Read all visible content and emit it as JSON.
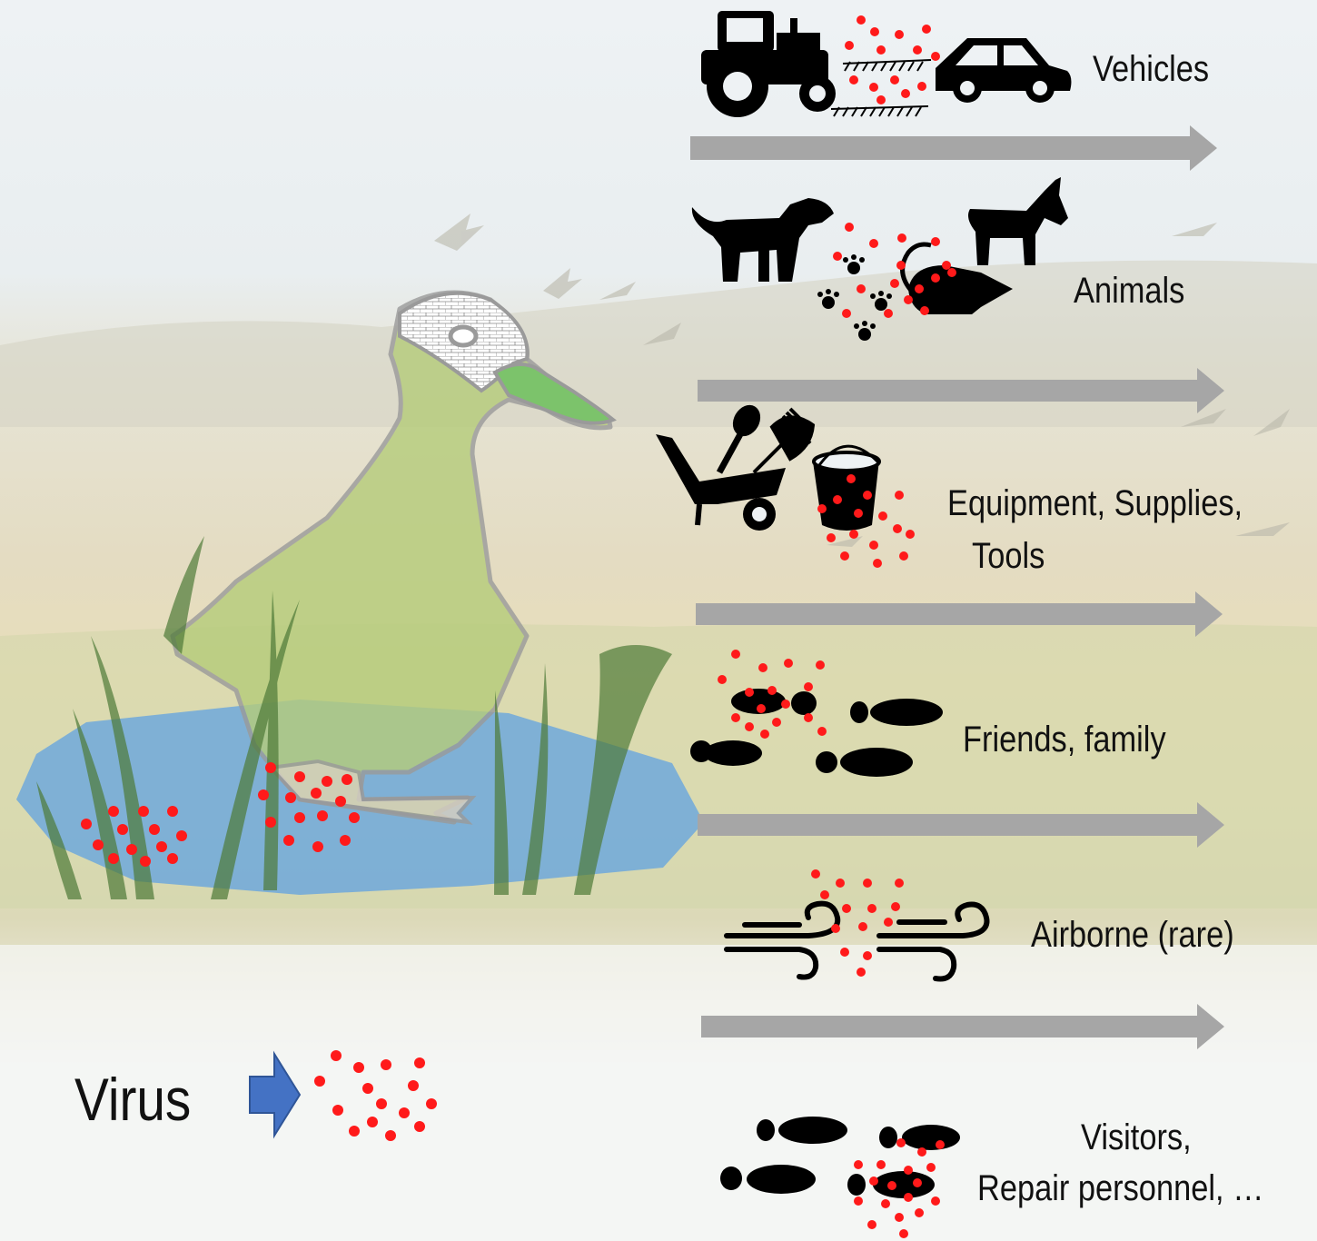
{
  "legend": {
    "label": "Virus",
    "marker_color": "#ff1a1a",
    "arrow_color": "#4472c4"
  },
  "colors": {
    "flow_arrow": "#a6a6a6",
    "pond": "#6fa8dc",
    "duck_body": "#b5cc7a",
    "bill": "#7cc36b",
    "reeds": "#4e7a38"
  },
  "routes": [
    {
      "label": "Vehicles",
      "icons": [
        "tractor-icon",
        "car-icon",
        "tire-track-icon"
      ]
    },
    {
      "label": "Animals",
      "icons": [
        "dog-icon",
        "donkey-icon",
        "rat-icon",
        "paw-print-icon"
      ]
    },
    {
      "label_line1": "Equipment, Supplies,",
      "label_line2": "Tools",
      "icons": [
        "wheelbarrow-icon",
        "shovel-icon",
        "rake-icon",
        "bucket-icon"
      ]
    },
    {
      "label": "Friends, family",
      "icons": [
        "footprint-icon"
      ]
    },
    {
      "label": "Airborne (rare)",
      "icons": [
        "wind-icon"
      ]
    },
    {
      "label_line1": "Visitors,",
      "label_line2": "Repair personnel, …",
      "icons": [
        "footprint-icon"
      ]
    }
  ]
}
